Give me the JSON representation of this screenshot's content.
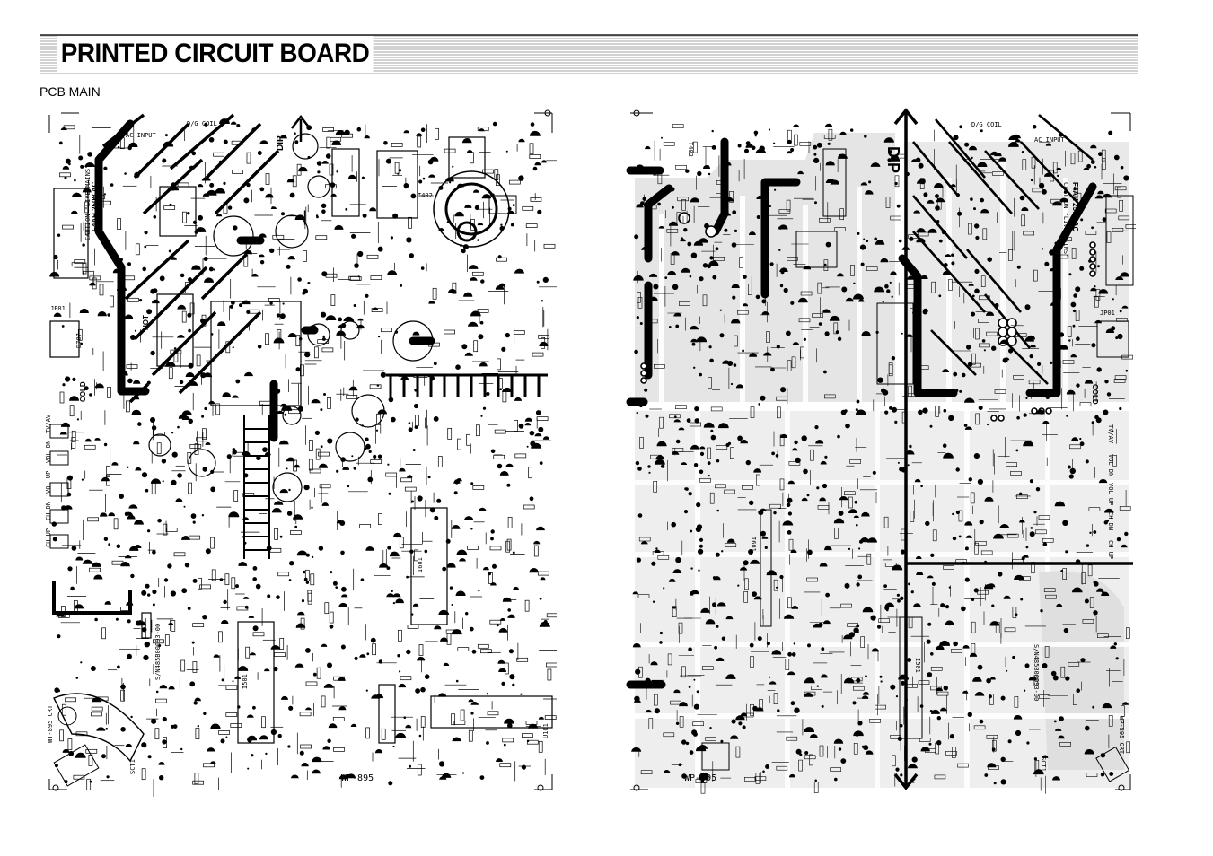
{
  "header": {
    "title": "PRINTED CIRCUIT BOARD"
  },
  "section": {
    "title": "PCB MAIN"
  },
  "left_board": {
    "model": "WP-895",
    "labels": {
      "caution": "CAUTION \"LIVE MAINS\"",
      "fuse": "F4AH 250V AC",
      "dip": "DIP",
      "hot": "HOT",
      "cold": "COLD",
      "jp01": "JP01",
      "ic501": "I501",
      "ic601": "I601",
      "t402": "T402",
      "d707": "D707",
      "sn": "S/N485B00093-00",
      "crt": "WT-895 CRT",
      "tuner": "U101",
      "sct1": "SCT1",
      "dg_coil": "D/G COIL",
      "ac_input": "AC INPUT",
      "tv_av": "TV/AV",
      "vol_dn": "VOL DN",
      "vol_up": "VOL UP",
      "ch_dn": "CH DN",
      "ch_up": "CH UP"
    }
  },
  "right_board": {
    "model": "WP-895",
    "labels": {
      "caution": "CAUTION \"LIVE MAINS\"",
      "fuse": "F4AH 250V AC",
      "dip": "DIP",
      "cold": "COLD",
      "jp01": "JP01",
      "ic501": "I501",
      "ic601": "I601",
      "t402": "T402",
      "sn": "S/N485B00093-00",
      "crt": "WP-895 CRT",
      "sct1": "SCT1",
      "dg_coil": "D/G COIL",
      "ac_input": "AC INPUT",
      "tv_av": "TV/AV",
      "vol_dn": "VOL DN",
      "vol_up": "VOL UP",
      "ch_dn": "CH DN",
      "ch_up": "CH UP"
    }
  }
}
